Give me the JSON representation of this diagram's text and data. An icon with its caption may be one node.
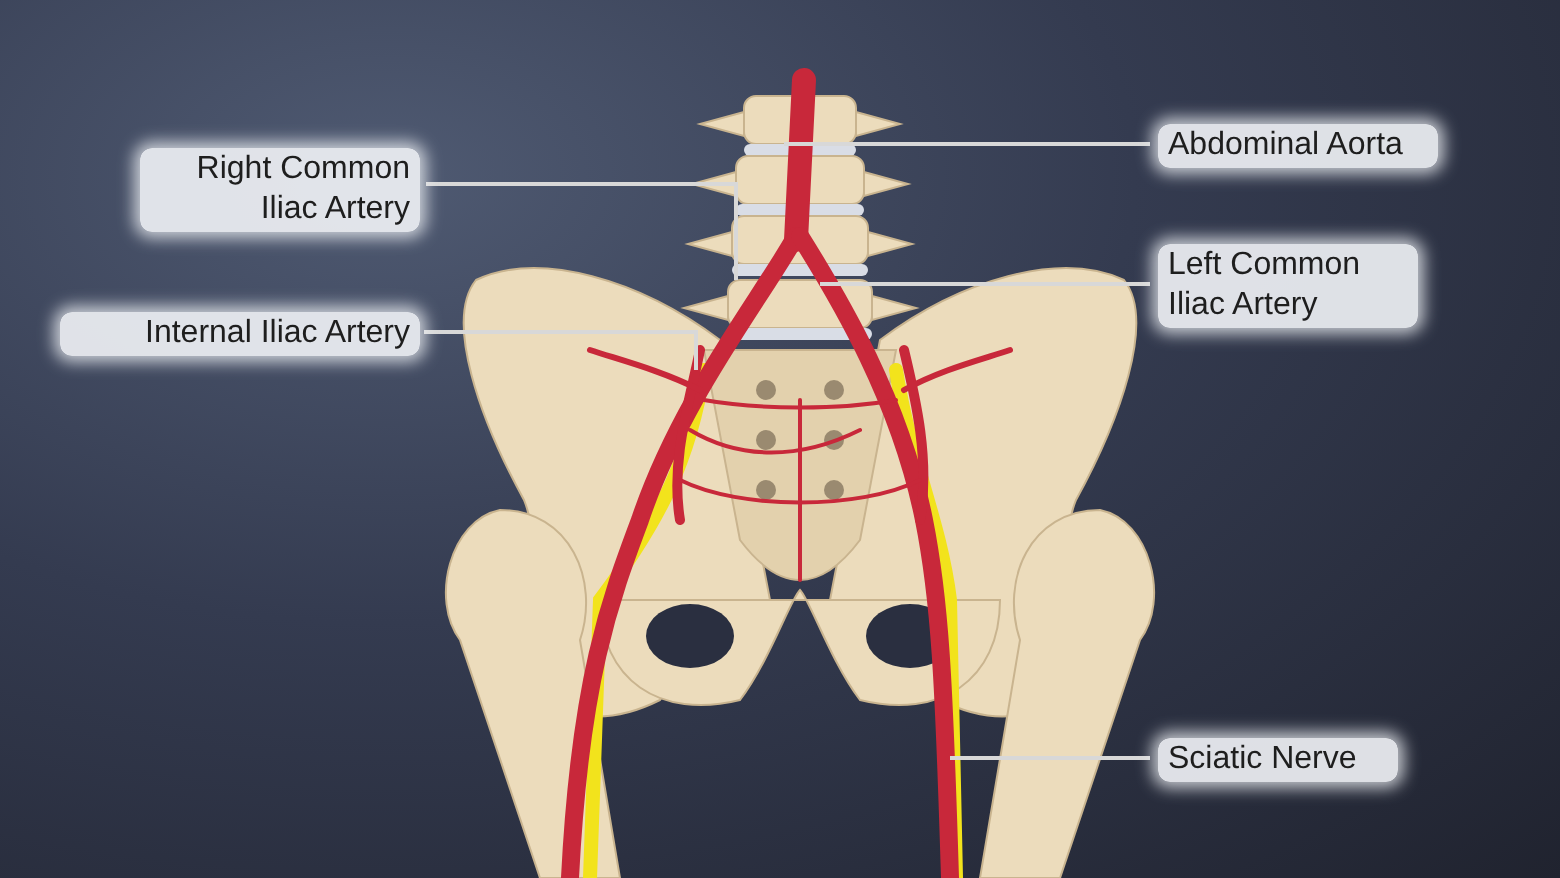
{
  "diagram": {
    "nodes": [
      {
        "text": [
          "Right Common Iliac Artery"
        ]
      },
      {
        "text": [
          "Internal Iliac Artery"
        ]
      },
      {
        "text": [
          "Abdominal Aorta"
        ]
      },
      {
        "text": [
          "Left Common Iliac Artery"
        ]
      },
      {
        "text": [
          "Sciatic Nerve"
        ]
      }
    ],
    "edges": [
      {
        "from": 0,
        "to": null,
        "arrow": "none"
      },
      {
        "from": 1,
        "to": null,
        "arrow": "none"
      },
      {
        "from": 2,
        "to": null,
        "arrow": "none"
      },
      {
        "from": 3,
        "to": null,
        "arrow": "none"
      },
      {
        "from": 4,
        "to": null,
        "arrow": "none"
      }
    ]
  }
}
